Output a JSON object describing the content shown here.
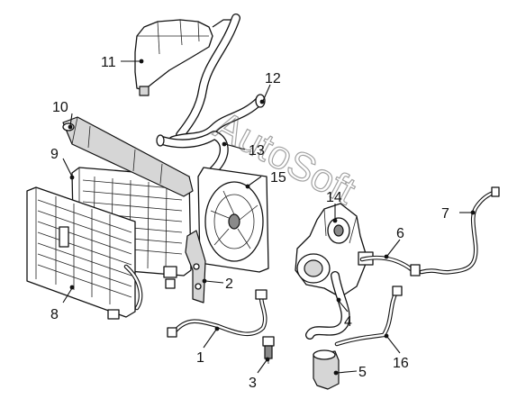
{
  "diagram": {
    "callouts": [
      {
        "id": "1",
        "text": "1"
      },
      {
        "id": "2",
        "text": "2"
      },
      {
        "id": "3",
        "text": "3"
      },
      {
        "id": "4",
        "text": "4"
      },
      {
        "id": "5",
        "text": "5"
      },
      {
        "id": "6",
        "text": "6"
      },
      {
        "id": "7",
        "text": "7"
      },
      {
        "id": "8",
        "text": "8"
      },
      {
        "id": "9",
        "text": "9"
      },
      {
        "id": "10",
        "text": "10"
      },
      {
        "id": "11",
        "text": "11"
      },
      {
        "id": "12",
        "text": "12"
      },
      {
        "id": "13",
        "text": "13"
      },
      {
        "id": "14",
        "text": "14"
      },
      {
        "id": "15",
        "text": "15"
      },
      {
        "id": "16",
        "text": "16"
      }
    ]
  },
  "watermark": {
    "text": "AutoSoft"
  },
  "colors": {
    "line": "#111111",
    "background": "#ffffff",
    "shade": "#d6d6d6"
  }
}
